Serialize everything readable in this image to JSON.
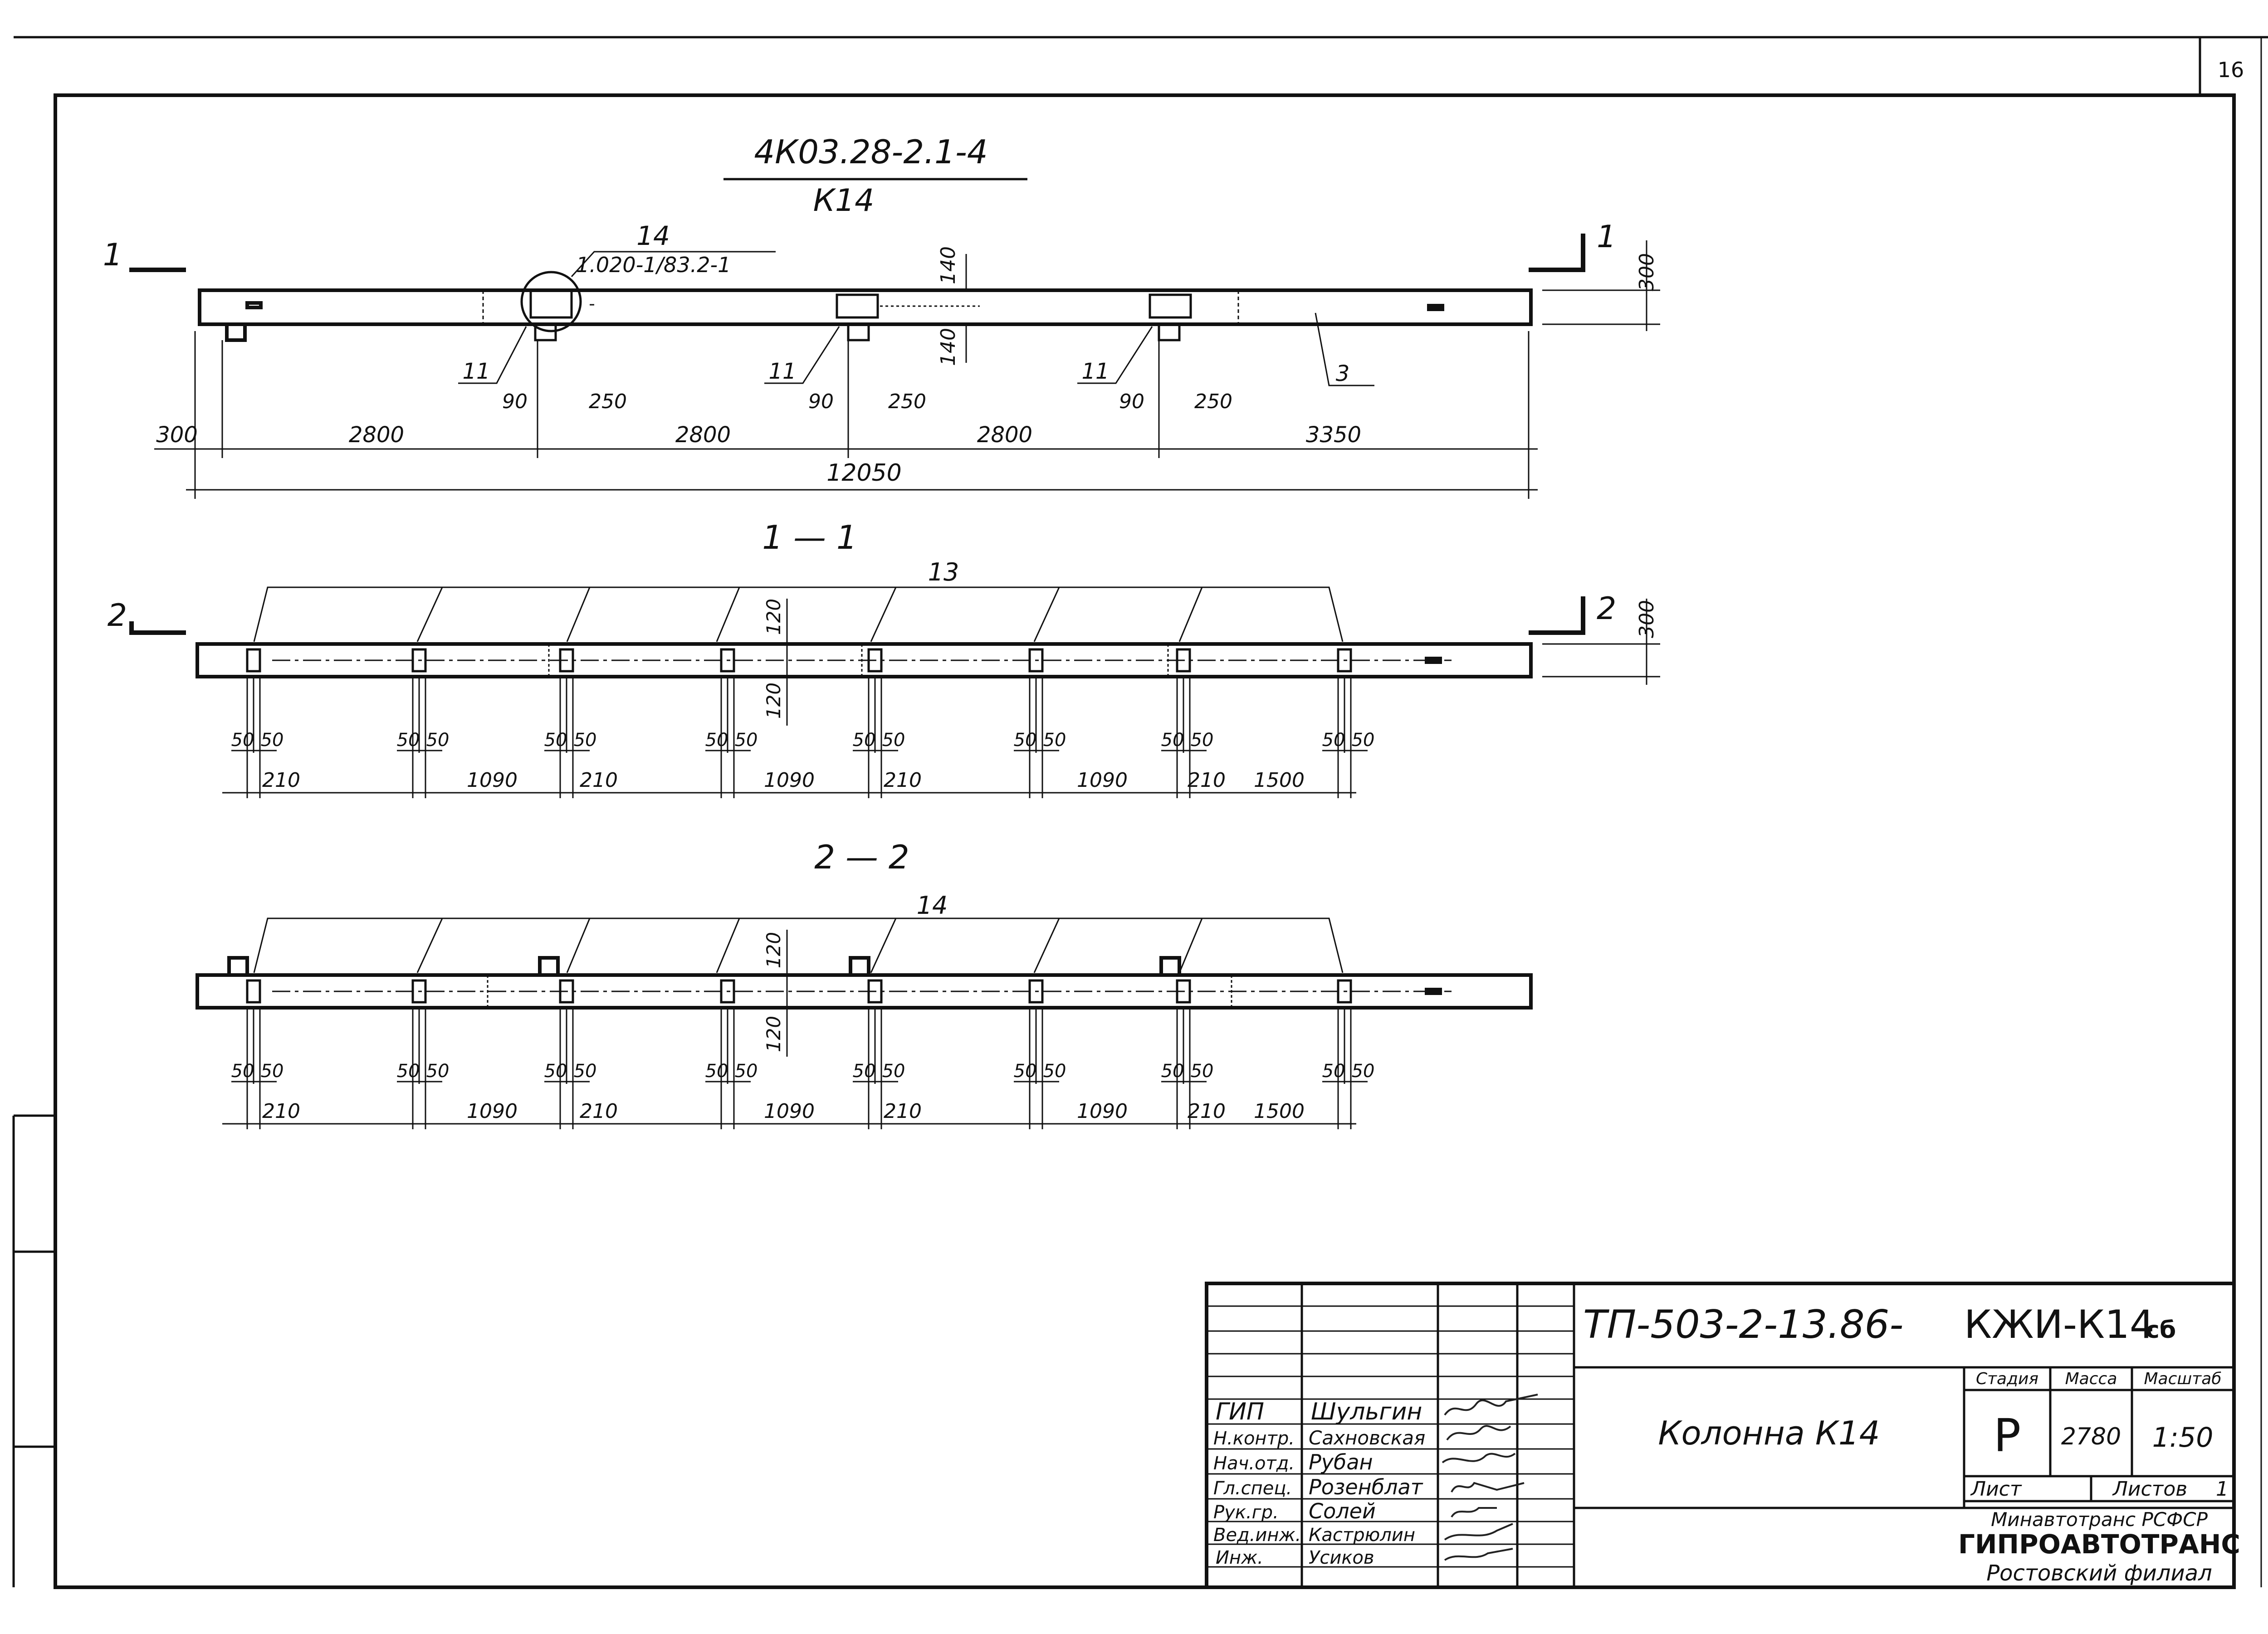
{
  "sheet": {
    "page_number": "16",
    "mark_code": "4К03.28-2.1-4",
    "mark_name": "К14"
  },
  "elevation": {
    "callout_number": "14",
    "callout_ref": "1.020-1/83.2-1",
    "section_mark": "1",
    "height": "300",
    "niche_depth_top": "140",
    "niche_depth_bottom": "140",
    "leaders": [
      "11",
      "11",
      "11",
      "3"
    ],
    "offset_a": "90",
    "offset_b": "250",
    "spans": [
      "300",
      "2800",
      "2800",
      "2800",
      "3350"
    ],
    "total": "12050"
  },
  "section1": {
    "title": "1 — 1",
    "section_mark": "2",
    "leader": "13",
    "height": "300",
    "depth_top": "120",
    "depth_bottom": "120",
    "small_a": "50",
    "small_b": "50",
    "dims": [
      "210",
      "1090",
      "210",
      "1090",
      "210",
      "1090",
      "210",
      "1500"
    ]
  },
  "section2": {
    "title": "2 — 2",
    "leader": "14",
    "depth_top": "120",
    "depth_bottom": "120",
    "small_a": "50",
    "small_b": "50",
    "dims": [
      "210",
      "1090",
      "210",
      "1090",
      "210",
      "1090",
      "210",
      "1500"
    ]
  },
  "title_block": {
    "designation": "ТП-503-2-13.86-",
    "doc_code": "КЖИ-К14",
    "doc_suffix": "сб",
    "drawing_name": "Колонна К14",
    "col_stage": "Стадия",
    "col_mass": "Масса",
    "col_scale": "Масштаб",
    "stage": "Р",
    "mass": "2780",
    "scale": "1:50",
    "sheet_label": "Лист",
    "sheets_label": "Листов",
    "sheets_count": "1",
    "org_line1": "Минавтотранс РСФСР",
    "org_line2": "ГИПРОАВТОТРАНС",
    "org_line3": "Ростовский филиал",
    "roles": [
      {
        "role": "ГИП",
        "name": "Шульгин"
      },
      {
        "role": "Н.контр.",
        "name": "Сахновская"
      },
      {
        "role": "Нач.отд.",
        "name": "Рубан"
      },
      {
        "role": "Гл.спец.",
        "name": "Розенблат"
      },
      {
        "role": "Рук.гр.",
        "name": "Солей"
      },
      {
        "role": "Вед.инж.",
        "name": "Кастрюлин"
      },
      {
        "role": "Инж.",
        "name": "Усиков"
      }
    ]
  }
}
